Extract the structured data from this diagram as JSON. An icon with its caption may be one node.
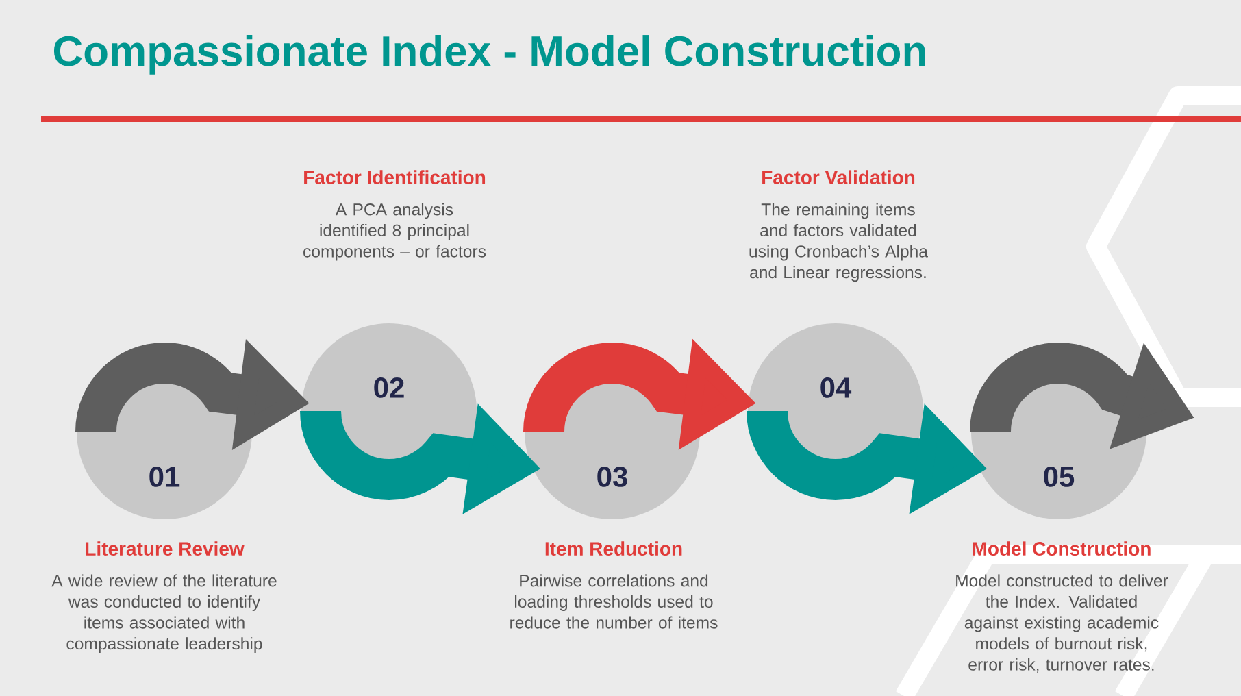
{
  "diagram": {
    "title": "Compassionate Index - Model Construction",
    "nodes": [
      {
        "text": [
          "01"
        ],
        "beside": [
          "Literature Review",
          "A wide review of the literature was conducted to identify items associated with compassionate leadership"
        ]
      },
      {
        "text": [
          "02"
        ],
        "beside": [
          "Factor Identification",
          "A PCA analysis identified 8 principal components – or factors"
        ]
      },
      {
        "text": [
          "03"
        ],
        "beside": [
          "Item Reduction",
          "Pairwise correlations and loading thresholds used to reduce the number of items"
        ]
      },
      {
        "text": [
          "04"
        ],
        "beside": [
          "Factor Validation",
          "The remaining items and factors validated using Cronbach’s Alpha and Linear regressions."
        ]
      },
      {
        "text": [
          "05"
        ],
        "beside": [
          "Model Construction",
          "Model constructed to deliver the Index. Validated against existing academic models of burnout risk, error risk, turnover rates."
        ]
      }
    ],
    "edges": [
      {
        "from": 0,
        "to": 1,
        "arrow": "to",
        "color": "#5e5e5e"
      },
      {
        "from": 1,
        "to": 2,
        "arrow": "to",
        "color": "#009590"
      },
      {
        "from": 2,
        "to": 3,
        "arrow": "to",
        "color": "#e03c3a"
      },
      {
        "from": 3,
        "to": 4,
        "arrow": "to",
        "color": "#009590"
      },
      {
        "from": 4,
        "to": null,
        "arrow": "to",
        "color": "#5e5e5e"
      }
    ]
  }
}
